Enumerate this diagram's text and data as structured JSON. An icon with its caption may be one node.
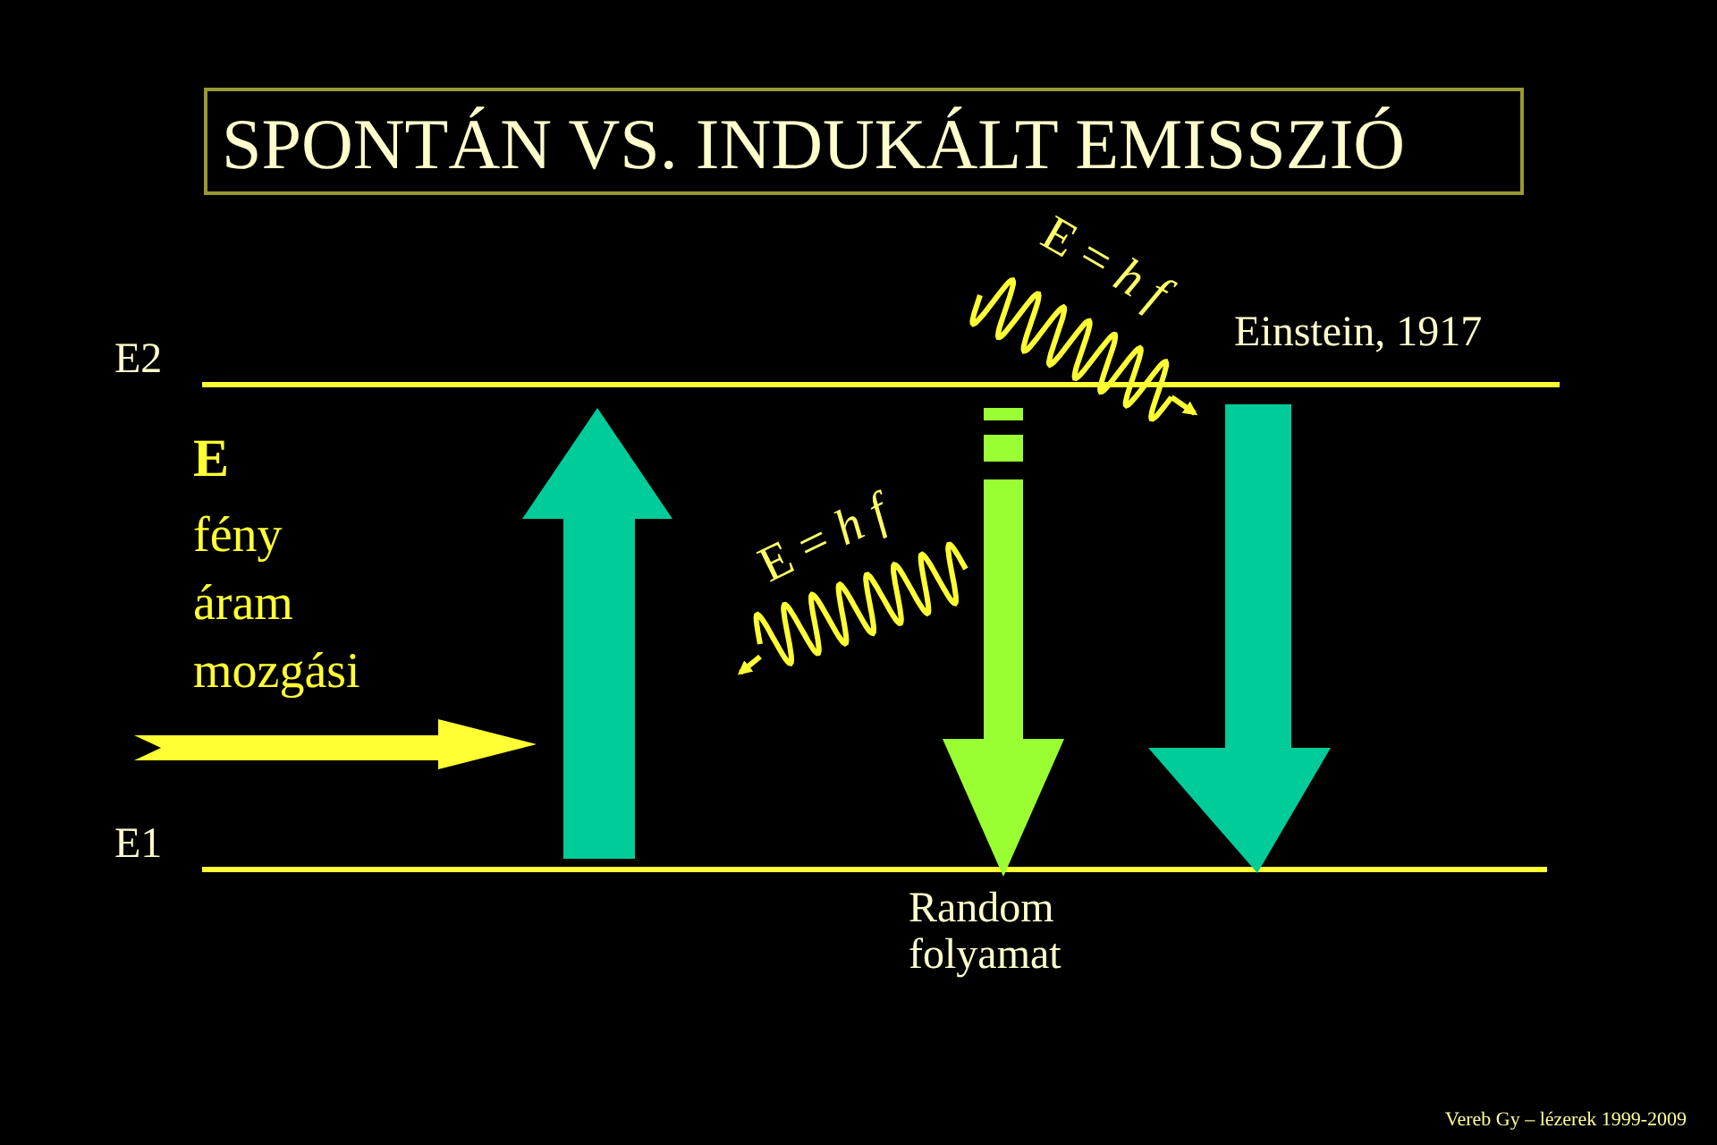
{
  "diagram": {
    "title": "SPONTÁN  VS. INDUKÁLT EMISSZIÓ",
    "labels": [
      "E2",
      "E = *h f*",
      "Einstein, 1917",
      "E",
      "fény",
      "áram",
      "mozgási",
      "E = *h f*",
      "E1",
      "Random folyamat",
      "Vereb Gy – lézerek 1999-2009"
    ]
  }
}
